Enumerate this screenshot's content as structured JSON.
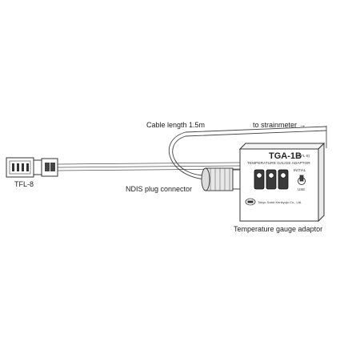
{
  "labels": {
    "cable_length": "Cable length 1.5m",
    "to_strainmeter": "to strainmeter →",
    "tfl_label": "TFL-8",
    "ndis_connector": "NDIS plug connector",
    "adaptor_caption": "Temperature gauge adaptor"
  },
  "adaptor": {
    "model": "TGA-1B",
    "model_sub": "(TFL-8)",
    "panel_title": "TEMPERATURE GAUGE ADAPTOR",
    "switch_top": "INITIAL",
    "switch_bottom": "USE",
    "maker": "Tokyo Sokki Kenkyujo Co., Ltd."
  },
  "colors": {
    "line": "#333333",
    "terminal_fill": "#3a3a3a"
  }
}
